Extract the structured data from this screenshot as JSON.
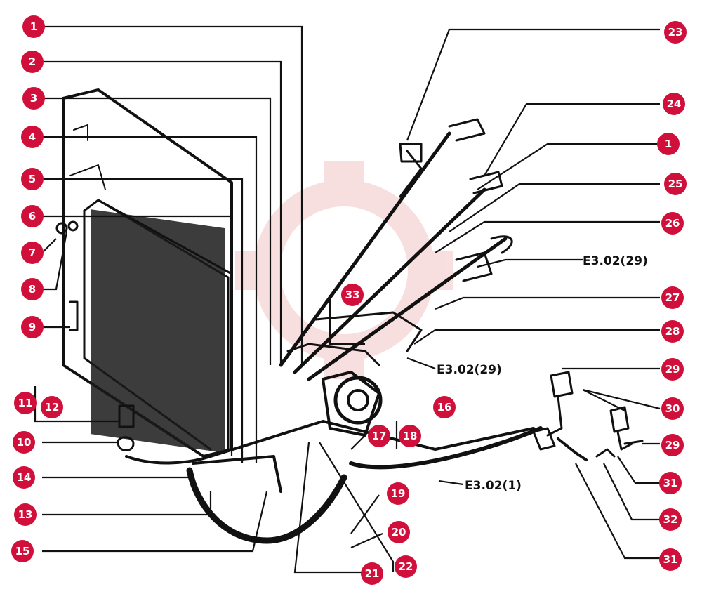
{
  "callouts": [
    {
      "label": "1"
    },
    {
      "label": "2"
    },
    {
      "label": "3"
    },
    {
      "label": "4"
    },
    {
      "label": "5"
    },
    {
      "label": "6"
    },
    {
      "label": "7"
    },
    {
      "label": "8"
    },
    {
      "label": "9"
    },
    {
      "label": "11"
    },
    {
      "label": "12"
    },
    {
      "label": "10"
    },
    {
      "label": "14"
    },
    {
      "label": "13"
    },
    {
      "label": "15"
    },
    {
      "label": "23"
    },
    {
      "label": "24"
    },
    {
      "label": "1"
    },
    {
      "label": "25"
    },
    {
      "label": "26"
    },
    {
      "label": "27"
    },
    {
      "label": "28"
    },
    {
      "label": "29"
    },
    {
      "label": "30"
    },
    {
      "label": "29"
    },
    {
      "label": "31"
    },
    {
      "label": "32"
    },
    {
      "label": "31"
    },
    {
      "label": "33"
    },
    {
      "label": "16"
    },
    {
      "label": "17"
    },
    {
      "label": "18"
    },
    {
      "label": "19"
    },
    {
      "label": "20"
    },
    {
      "label": "21"
    },
    {
      "label": "22"
    }
  ],
  "references": [
    {
      "text": "E3.02(29)"
    },
    {
      "text": "E3.02(29)"
    },
    {
      "text": "E3.02(1)"
    }
  ],
  "watermark_color": "#f3c6c6",
  "callout_color": "#d0103a"
}
